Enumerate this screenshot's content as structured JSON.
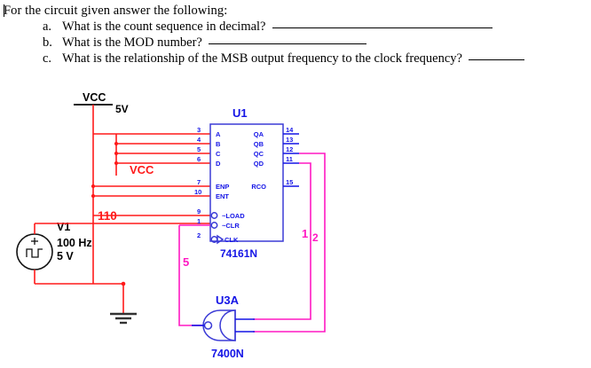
{
  "worksheet": {
    "intro": "For the circuit given answer the following:",
    "questions": [
      {
        "marker": "a.",
        "text": "What is the count sequence in decimal?",
        "blank_width": 248
      },
      {
        "marker": "b.",
        "text": "What is the MOD number?",
        "blank_width": 178
      },
      {
        "marker": "c.",
        "text": "What is the relationship of the MSB output frequency to the clock frequency?",
        "blank_width": 63
      }
    ]
  },
  "schematic": {
    "power": {
      "vcc_top_label": "VCC",
      "vcc_top_value": "5V",
      "vcc_mid_label": "VCC",
      "ground_symbol": "ground-icon"
    },
    "source": {
      "ref": "V1",
      "frequency": "100 Hz",
      "amplitude": "5 V",
      "waveform": "square-wave",
      "polarity": "+"
    },
    "u1": {
      "ref": "U1",
      "part": "74161N",
      "inputs": [
        {
          "pin": "3",
          "name": "A"
        },
        {
          "pin": "4",
          "name": "B"
        },
        {
          "pin": "5",
          "name": "C"
        },
        {
          "pin": "6",
          "name": "D"
        },
        {
          "pin": "7",
          "name": "ENP"
        },
        {
          "pin": "10",
          "name": "ENT"
        },
        {
          "pin": "9",
          "name": "~LOAD"
        },
        {
          "pin": "1",
          "name": "~CLR"
        },
        {
          "pin": "2",
          "name": "CLK"
        }
      ],
      "outputs": [
        {
          "pin": "14",
          "name": "QA"
        },
        {
          "pin": "13",
          "name": "QB"
        },
        {
          "pin": "12",
          "name": "QC"
        },
        {
          "pin": "11",
          "name": "QD"
        },
        {
          "pin": "15",
          "name": "RCO"
        }
      ]
    },
    "u3a": {
      "ref": "U3A",
      "part": "7400N"
    },
    "net_labels": [
      {
        "name": "net-label-110",
        "text": "110",
        "color": "#ff1a1a"
      },
      {
        "name": "net-label-5",
        "text": "5",
        "color": "#ff19c3"
      },
      {
        "name": "net-label-1",
        "text": "1",
        "color": "#ff19c3"
      },
      {
        "name": "net-label-2",
        "text": "2",
        "color": "#ff19c3"
      }
    ]
  }
}
